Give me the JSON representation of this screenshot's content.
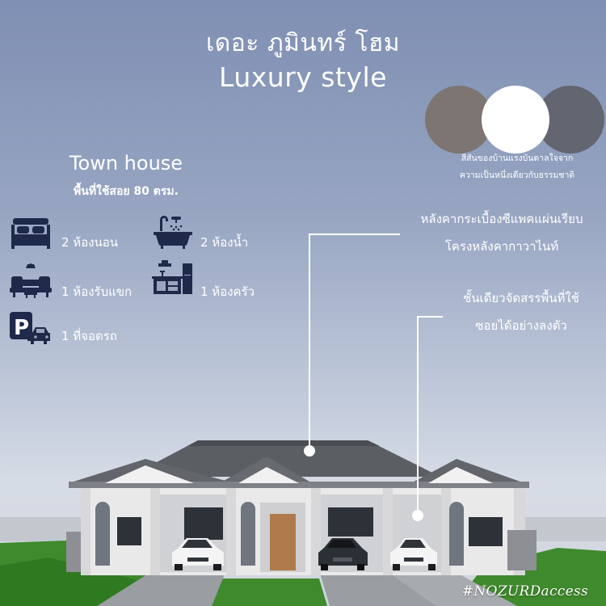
{
  "header": {
    "title_th": "เดอะ ภูมินทร์ โฮม",
    "title_en": "Luxury style"
  },
  "palette": {
    "swatches": [
      {
        "name": "taupe",
        "color": "#7d7571"
      },
      {
        "name": "white",
        "color": "#ffffff"
      },
      {
        "name": "slate",
        "color": "#636570"
      }
    ],
    "caption_line1": "สีสันของบ้านแรงบันดาลใจจาก",
    "caption_line2": "ความเป็นหนึ่งเดียวกับธรรมชาติ"
  },
  "house_type": {
    "label": "Town house",
    "area": "พื้นที่ใช้สอย 80 ตรม."
  },
  "features": {
    "bedroom": {
      "icon": "bed-icon",
      "text": "2 ห้องนอน"
    },
    "bathroom": {
      "icon": "bathtub-icon",
      "text": "2 ห้องน้ำ"
    },
    "living": {
      "icon": "sofa-icon",
      "text": "1 ห้องรับแขก"
    },
    "kitchen": {
      "icon": "kitchen-icon",
      "text": "1 ห้องครัว"
    },
    "parking": {
      "icon": "parking-car-icon",
      "text": "1 ที่จอดรถ"
    }
  },
  "callouts": {
    "roof_line1": "หลังคากระเบื้องซีแพคแผ่นเรียบ",
    "roof_line2": "โครงหลังคากาวาไนท์",
    "floor_line1": "ชั้นเดียวจัดสรรพื้นที่ใช้",
    "floor_line2": "ซอยได้อย่างลงตัว"
  },
  "watermark": "#NOZURDaccess",
  "colors": {
    "icon_navy": "#1f2a4a",
    "roof": "#5b5e63",
    "wall": "#e9e9ea",
    "lawn": "#3f8a2c"
  }
}
